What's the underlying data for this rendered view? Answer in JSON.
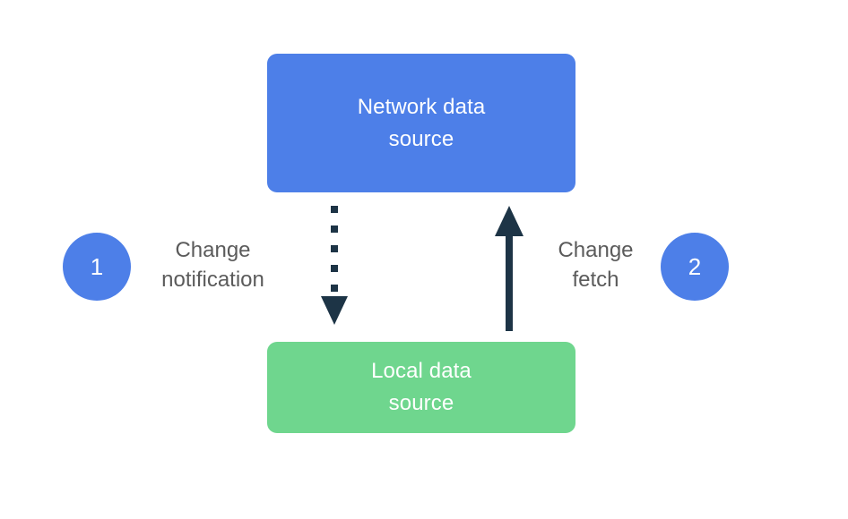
{
  "diagram": {
    "background_color": "#ffffff",
    "nodes": [
      {
        "id": "network-data-source",
        "label": "Network data\nsource",
        "color": "#4d7fe8",
        "text_color": "#ffffff"
      },
      {
        "id": "local-data-source",
        "label": "Local data\nsource",
        "color": "#6fd68e",
        "text_color": "#ffffff"
      }
    ],
    "arrows": [
      {
        "id": "change-notification-arrow",
        "style": "dotted",
        "direction": "down",
        "color": "#1d3446",
        "from": "network-data-source",
        "to": "local-data-source"
      },
      {
        "id": "change-fetch-arrow",
        "style": "solid",
        "direction": "up",
        "color": "#1d3446",
        "from": "local-data-source",
        "to": "network-data-source"
      }
    ],
    "steps": [
      {
        "number": "1",
        "caption": "Change\nnotification",
        "badge_color": "#4d7fe8",
        "badge_text_color": "#ffffff",
        "caption_color": "#5b5b5b"
      },
      {
        "number": "2",
        "caption": "Change\nfetch",
        "badge_color": "#4d7fe8",
        "badge_text_color": "#ffffff",
        "caption_color": "#5b5b5b"
      }
    ]
  }
}
